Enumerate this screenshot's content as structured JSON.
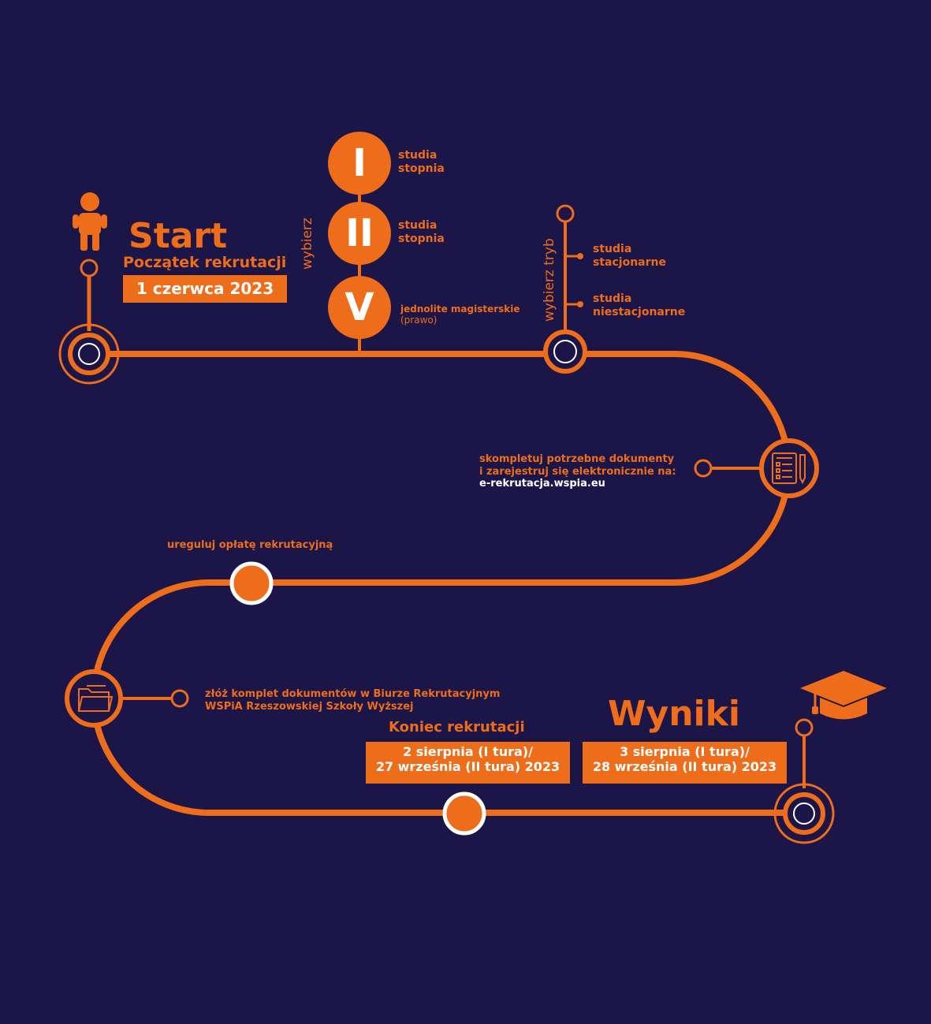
{
  "colors": {
    "background": "#1c1547",
    "accent": "#ee6d1a",
    "white": "#ffffff"
  },
  "start": {
    "title": "Start",
    "subtitle": "Początek rekrutacji",
    "date": "1 czerwca 2023"
  },
  "degrees": {
    "vertical_label": "wybierz",
    "items": [
      {
        "numeral": "I",
        "label_line1": "studia",
        "label_line2": "stopnia"
      },
      {
        "numeral": "II",
        "label_line1": "studia",
        "label_line2": "stopnia"
      },
      {
        "numeral": "V",
        "label_line1": "jednolite magisterskie",
        "label_line2": "(prawo)"
      }
    ]
  },
  "mode": {
    "vertical_label": "wybierz tryb",
    "options": [
      {
        "line1": "studia",
        "line2": "stacjonarne"
      },
      {
        "line1": "studia",
        "line2": "niestacjonarne"
      }
    ]
  },
  "documents_step": {
    "line1": "skompletuj potrzebne dokumenty",
    "line2": "i zarejestruj się elektronicznie na:",
    "url": "e-rekrutacja.wspia.eu",
    "icon": "document-checklist-icon"
  },
  "fee_step": {
    "label": "ureguluj opłatę rekrutacyjną"
  },
  "submit_step": {
    "line1": "złóż komplet dokumentów w Biurze Rekrutacyjnym",
    "line2": "WSPiA Rzeszowskiej Szkoły Wyższej",
    "icon": "folder-icon"
  },
  "end": {
    "title": "Koniec rekrutacji",
    "date_line1": "2 sierpnia (I tura)/",
    "date_line2": "27 września (II tura) 2023"
  },
  "results": {
    "title": "Wyniki",
    "date_line1": "3 sierpnia (I tura)/",
    "date_line2": "28 września (II tura) 2023",
    "icon": "graduation-cap-icon"
  }
}
